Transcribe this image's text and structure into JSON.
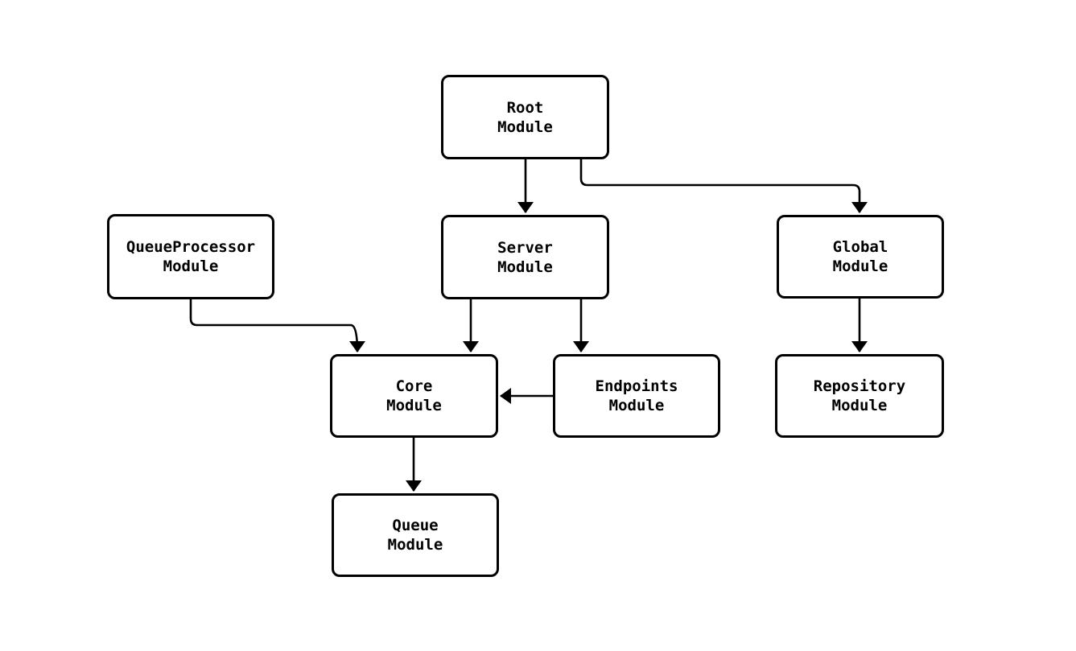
{
  "diagram": {
    "type": "flowchart",
    "direction": "top-down",
    "background_color": "#ffffff",
    "node_fill_color": "#ffffff",
    "node_stroke_color": "#000000",
    "edge_color": "#000000",
    "text_color": "#000000",
    "nodes": [
      {
        "id": "root",
        "label": "Root\nModule"
      },
      {
        "id": "server",
        "label": "Server\nModule"
      },
      {
        "id": "global",
        "label": "Global\nModule"
      },
      {
        "id": "queueprocessor",
        "label": "QueueProcessor\nModule"
      },
      {
        "id": "core",
        "label": "Core\nModule"
      },
      {
        "id": "endpoints",
        "label": "Endpoints\nModule"
      },
      {
        "id": "repository",
        "label": "Repository\nModule"
      },
      {
        "id": "queue",
        "label": "Queue\nModule"
      }
    ],
    "edges": [
      {
        "from": "root",
        "to": "server"
      },
      {
        "from": "root",
        "to": "global"
      },
      {
        "from": "queueprocessor",
        "to": "core"
      },
      {
        "from": "server",
        "to": "core"
      },
      {
        "from": "server",
        "to": "endpoints"
      },
      {
        "from": "endpoints",
        "to": "core"
      },
      {
        "from": "global",
        "to": "repository"
      },
      {
        "from": "core",
        "to": "queue"
      }
    ]
  }
}
